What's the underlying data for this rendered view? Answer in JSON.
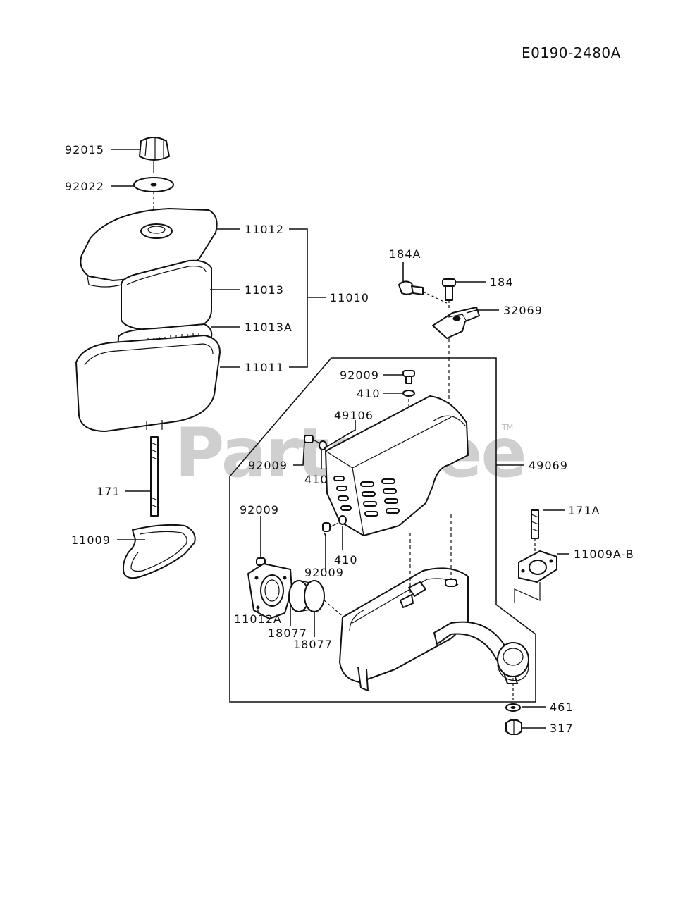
{
  "diagram_code": "E0190-2480A",
  "watermark": "PartsTree",
  "watermark_tm": "TM",
  "labels": {
    "p92015": "92015",
    "p92022": "92022",
    "p11012": "11012",
    "p11013": "11013",
    "p11010": "11010",
    "p11013A": "11013A",
    "p11011": "11011",
    "p171": "171",
    "p11009": "11009",
    "p184A": "184A",
    "p184": "184",
    "p32069": "32069",
    "p92009_top": "92009",
    "p410_top": "410",
    "p49106": "49106",
    "p92009_left": "92009",
    "p410_left": "410",
    "p49069": "49069",
    "p92009_mid": "92009",
    "p171A": "171A",
    "p410_low": "410",
    "p92009_low": "92009",
    "p11009AB": "11009A-B",
    "p11012A": "11012A",
    "p18077_a": "18077",
    "p18077_b": "18077",
    "p461": "461",
    "p317": "317"
  }
}
